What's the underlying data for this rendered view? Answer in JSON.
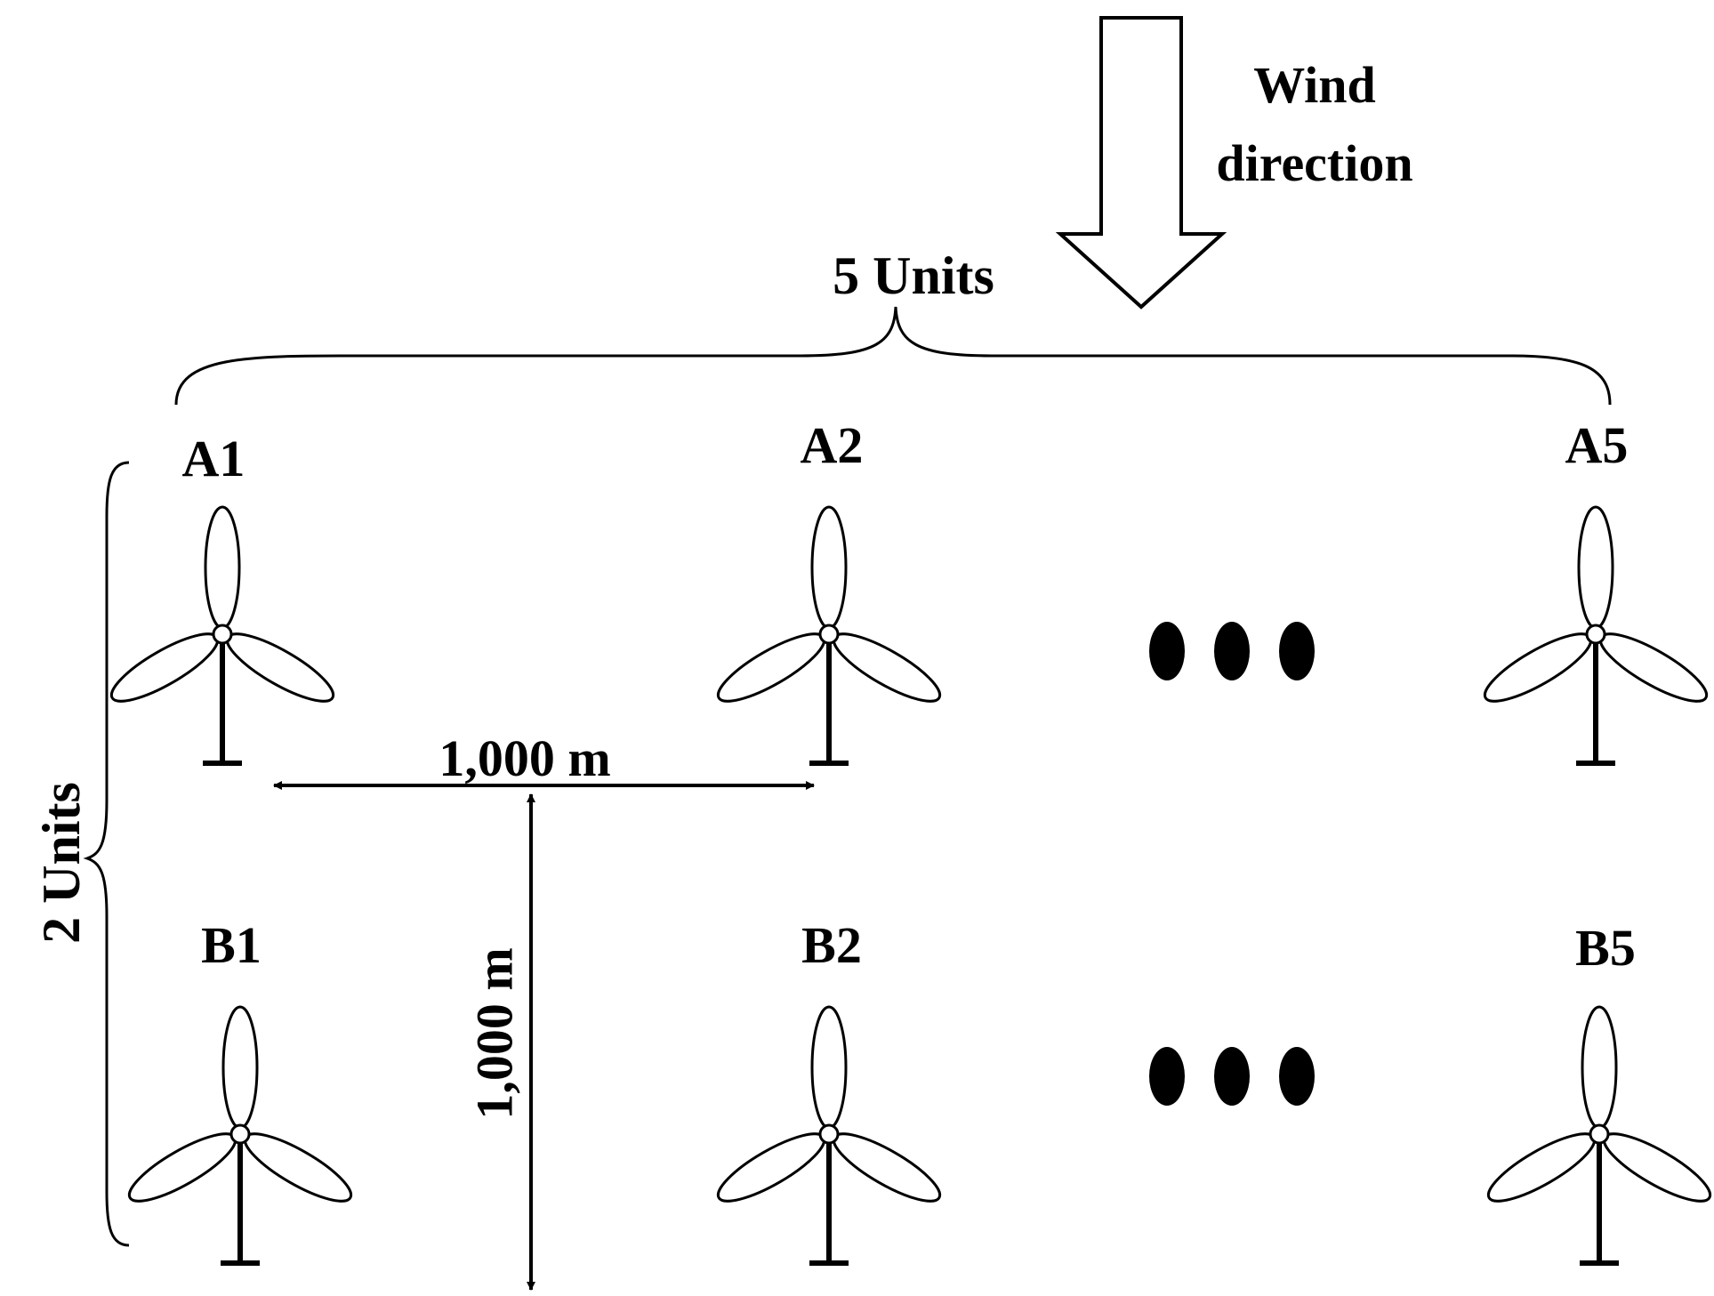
{
  "colors": {
    "ink": "#000000",
    "background": "#ffffff"
  },
  "wind": {
    "line1": "Wind",
    "line2": "direction"
  },
  "braces": {
    "columns_label": "5 Units",
    "rows_label": "2 Units"
  },
  "spacing": {
    "horizontal": "1,000 m",
    "vertical": "1,000 m"
  },
  "turbines": {
    "row_a": [
      "A1",
      "A2",
      "A5"
    ],
    "row_b": [
      "B1",
      "B2",
      "B5"
    ]
  },
  "ellipsis_dots_per_row": 3,
  "icons": {
    "turbine": "wind-turbine-icon",
    "wind_arrow": "down-arrow-icon",
    "ellipsis": "ellipsis-icon"
  }
}
